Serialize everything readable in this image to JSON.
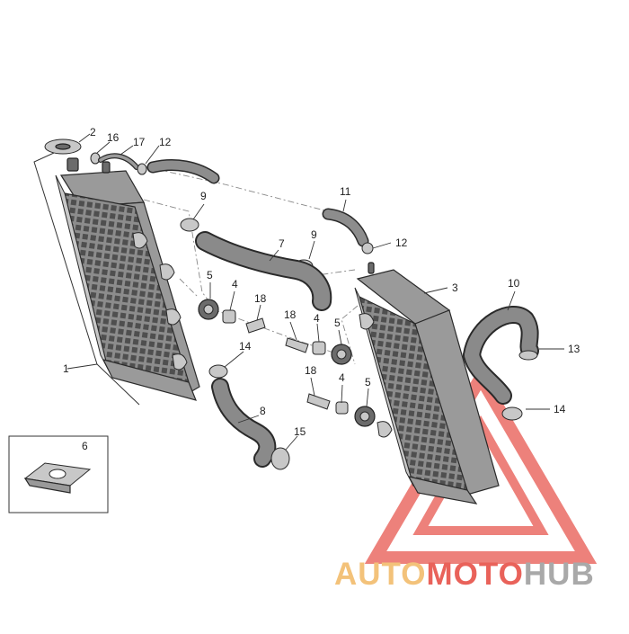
{
  "diagram": {
    "callouts": {
      "c1": "1",
      "c2": "2",
      "c3": "3",
      "c4a": "4",
      "c4b": "4",
      "c4c": "4",
      "c5a": "5",
      "c5b": "5",
      "c5c": "5",
      "c6": "6",
      "c7": "7",
      "c8": "8",
      "c9a": "9",
      "c9b": "9",
      "c10": "10",
      "c11": "11",
      "c12a": "12",
      "c12b": "12",
      "c13": "13",
      "c14a": "14",
      "c14b": "14",
      "c15": "15",
      "c16": "16",
      "c17": "17",
      "c18a": "18",
      "c18b": "18",
      "c18c": "18"
    }
  },
  "watermark": {
    "part1": "AUTO",
    "part2": "MOTO",
    "part3": "HUB",
    "colors": {
      "triangle": "#e9625a",
      "part1": "#f3c27a",
      "part2": "#e9625a",
      "part3": "#a9a9a9"
    }
  }
}
